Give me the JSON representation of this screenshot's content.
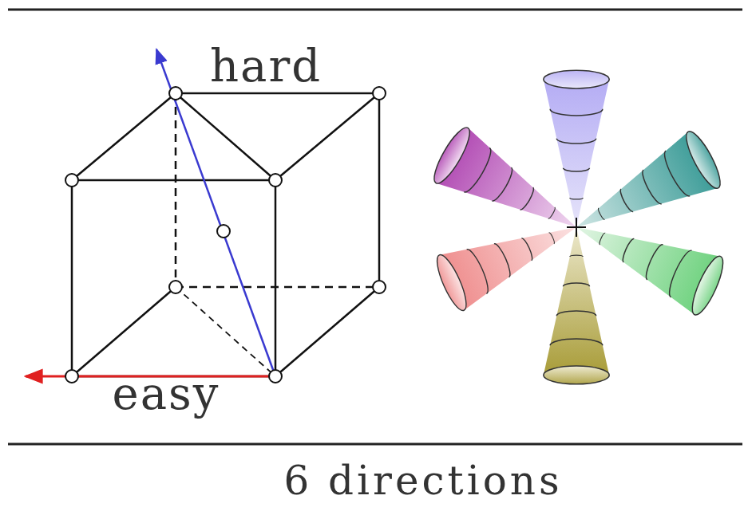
{
  "diagram": {
    "caption": "6 directions",
    "labels": [
      "hard",
      "easy"
    ]
  }
}
